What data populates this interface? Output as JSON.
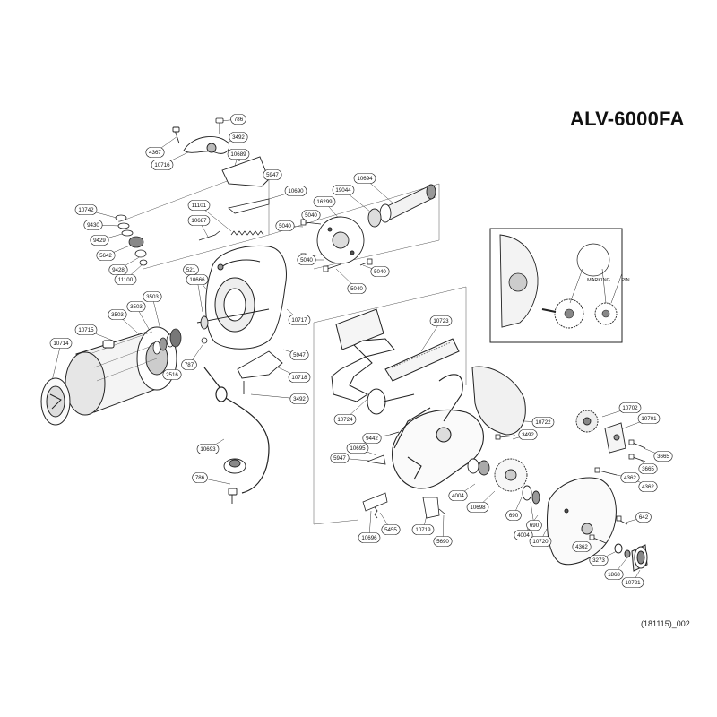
{
  "title": "ALV-6000FA",
  "footer": "(181115)_002",
  "inset": {
    "marking_label": "MARKING",
    "pin_label": "PIN"
  },
  "part_labels": [
    "786",
    "3492",
    "4367",
    "10716",
    "10689",
    "5947",
    "10690",
    "11101",
    "10687",
    "10742",
    "9430",
    "9429",
    "5642",
    "9428",
    "11100",
    "10666",
    "521",
    "19044",
    "10694",
    "16299",
    "5040",
    "5040",
    "5040",
    "5040",
    "5040",
    "3503",
    "3503",
    "3503",
    "10715",
    "10714",
    "787",
    "2516",
    "10717",
    "5947",
    "10718",
    "3492",
    "10693",
    "786",
    "10723",
    "10724",
    "9442",
    "10695",
    "5947",
    "10696",
    "5455",
    "10719",
    "5690",
    "3492",
    "10722",
    "4004",
    "10698",
    "690",
    "690",
    "4004",
    "10720",
    "10702",
    "10701",
    "3665",
    "3665",
    "4362",
    "4362",
    "642",
    "4362",
    "3273",
    "1868",
    "10721"
  ]
}
